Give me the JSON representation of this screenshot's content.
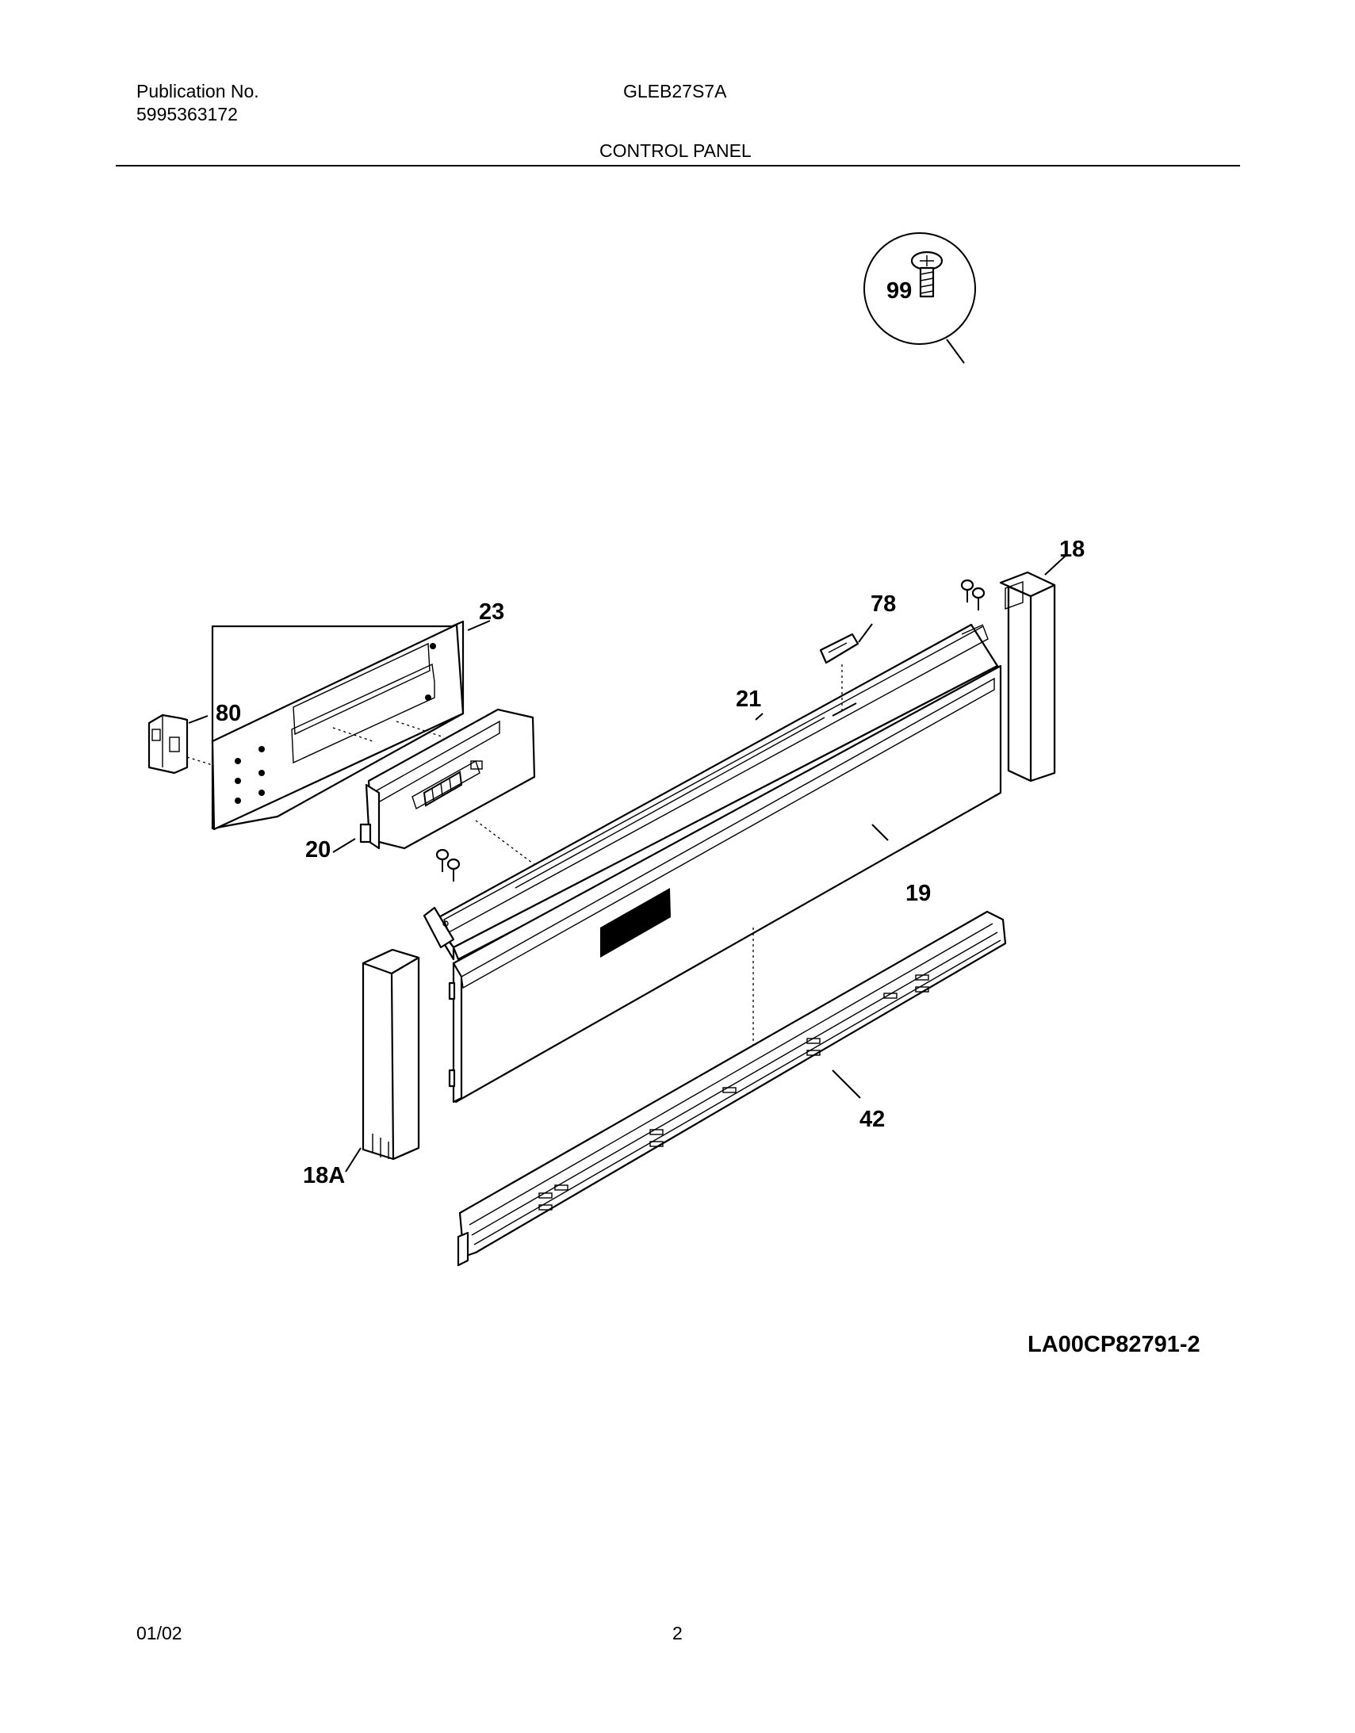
{
  "header": {
    "publication_label": "Publication No.",
    "publication_number": "5995363172",
    "model": "GLEB27S7A",
    "section_title": "CONTROL PANEL"
  },
  "diagram": {
    "reference_code": "LA00CP82791-2",
    "callouts": {
      "p99": "99",
      "p18": "18",
      "p78": "78",
      "p23": "23",
      "p80": "80",
      "p21": "21",
      "p20": "20",
      "p19": "19",
      "p42": "42",
      "p18a": "18A"
    }
  },
  "footer": {
    "date": "01/02",
    "page_number": "2"
  }
}
